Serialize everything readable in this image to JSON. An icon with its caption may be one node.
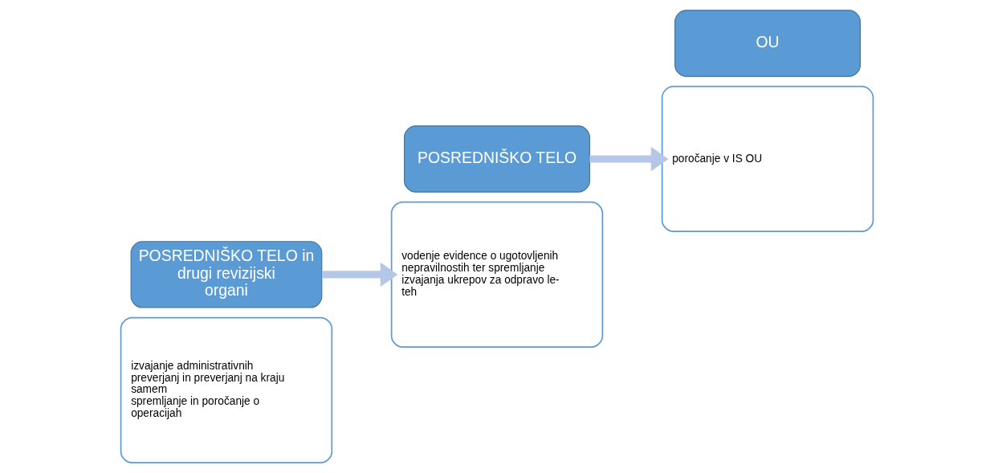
{
  "diagram": {
    "nodes": [
      {
        "text": [
          "izvajanje administrativnih preverjanj in preverjanj na kraju samem",
          "spremljanje in poročanje o operacijah"
        ]
      },
      {
        "text": [
          "POSREDNIŠKO TELO in drugi revizijski organi"
        ]
      },
      {
        "text": [
          "POSREDNIŠKO TELO"
        ]
      },
      {
        "text": [
          "vodenje evidence o ugotovljenih nepravilnostih ter spremljanje izvajanja ukrepov za odpravo le-teh"
        ]
      },
      {
        "text": [
          "poročanje v IS OU"
        ]
      },
      {
        "text": [
          "OU"
        ]
      }
    ],
    "edges": [
      {
        "from": 1,
        "to": 3,
        "arrow": "to"
      },
      {
        "from": 2,
        "to": 4,
        "arrow": "to"
      }
    ]
  }
}
